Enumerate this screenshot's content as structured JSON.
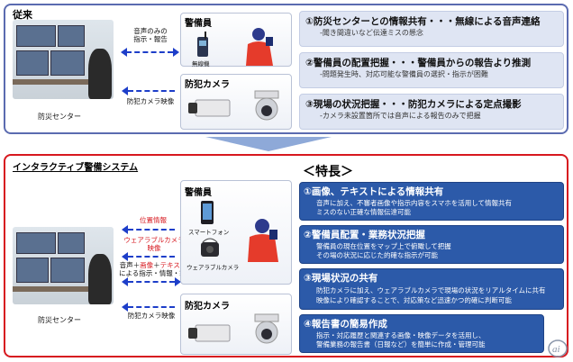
{
  "top": {
    "title": "従来",
    "center_label": "防災センター",
    "arrow1_label": [
      "音声のみの",
      "指示・報告"
    ],
    "arrow2_label": "防犯カメラ映像",
    "guard_box_title": "警備員",
    "radio_label": "無線機",
    "camera_box_title": "防犯カメラ",
    "items": [
      {
        "heading": "①防災センターとの情報共有・・・無線による音声連絡",
        "sub": "-聞き間違いなど伝達ミスの懸念"
      },
      {
        "heading": "②警備員の配置把握・・・警備員からの報告より推測",
        "sub": "-問題発生時、対応可能な警備員の選択・指示が困難"
      },
      {
        "heading": "③現場の状況把握・・・防犯カメラによる定点撮影",
        "sub": "-カメラ未設置箇所では音声による報告のみで把握"
      }
    ]
  },
  "bottom": {
    "title": "インタラクティブ警備システム",
    "center_label": "防災センター",
    "label_location": "位置情報",
    "label_wearable": [
      "ウェアラブルカメラ",
      "映像"
    ],
    "label_voice": [
      "音声＋画像＋テキスト",
      "による指示・情報・報告"
    ],
    "label_security_video": "防犯カメラ映像",
    "voice_parts": [
      "音声＋",
      "画像",
      "＋",
      "テキスト"
    ],
    "guard_box_title": "警備員",
    "smartphone_label": "スマートフォン",
    "wearable_label": "ウェアラブルカメラ",
    "camera_box_title": "防犯カメラ",
    "features_title": "＜特長＞",
    "features": [
      {
        "heading": "①画像、テキストによる情報共有",
        "lines": [
          "音声に加え、不審者画像や指示内容をスマホを活用して情報共有",
          "ミスのない正確な情報伝達可能"
        ]
      },
      {
        "heading": "②警備員配置・業務状況把握",
        "lines": [
          "警備員の現在位置をマップ上で俯瞰して把握",
          "その場の状況に応じた的確な指示が可能"
        ]
      },
      {
        "heading": "③現場状況の共有",
        "lines": [
          "防犯カメラに加え、ウェアラブルカメラで現場の状況をリアルタイムに共有",
          "映像により確認することで、対応策など迅速かつ的確に判断可能"
        ]
      },
      {
        "heading": "④報告書の簡易作成",
        "lines": [
          "指示・対応履歴と関連する画像・映像データを活用し、",
          "警備業務の報告書（日報など）を簡単に作成・管理可能"
        ]
      }
    ]
  },
  "colors": {
    "top_border": "#5b6bb0",
    "bottom_border": "#d7181f",
    "card_blue": "#2c5aa9",
    "card_light": "#dfe5f3",
    "arrow": "#1d3ec9"
  },
  "logo": "ai"
}
